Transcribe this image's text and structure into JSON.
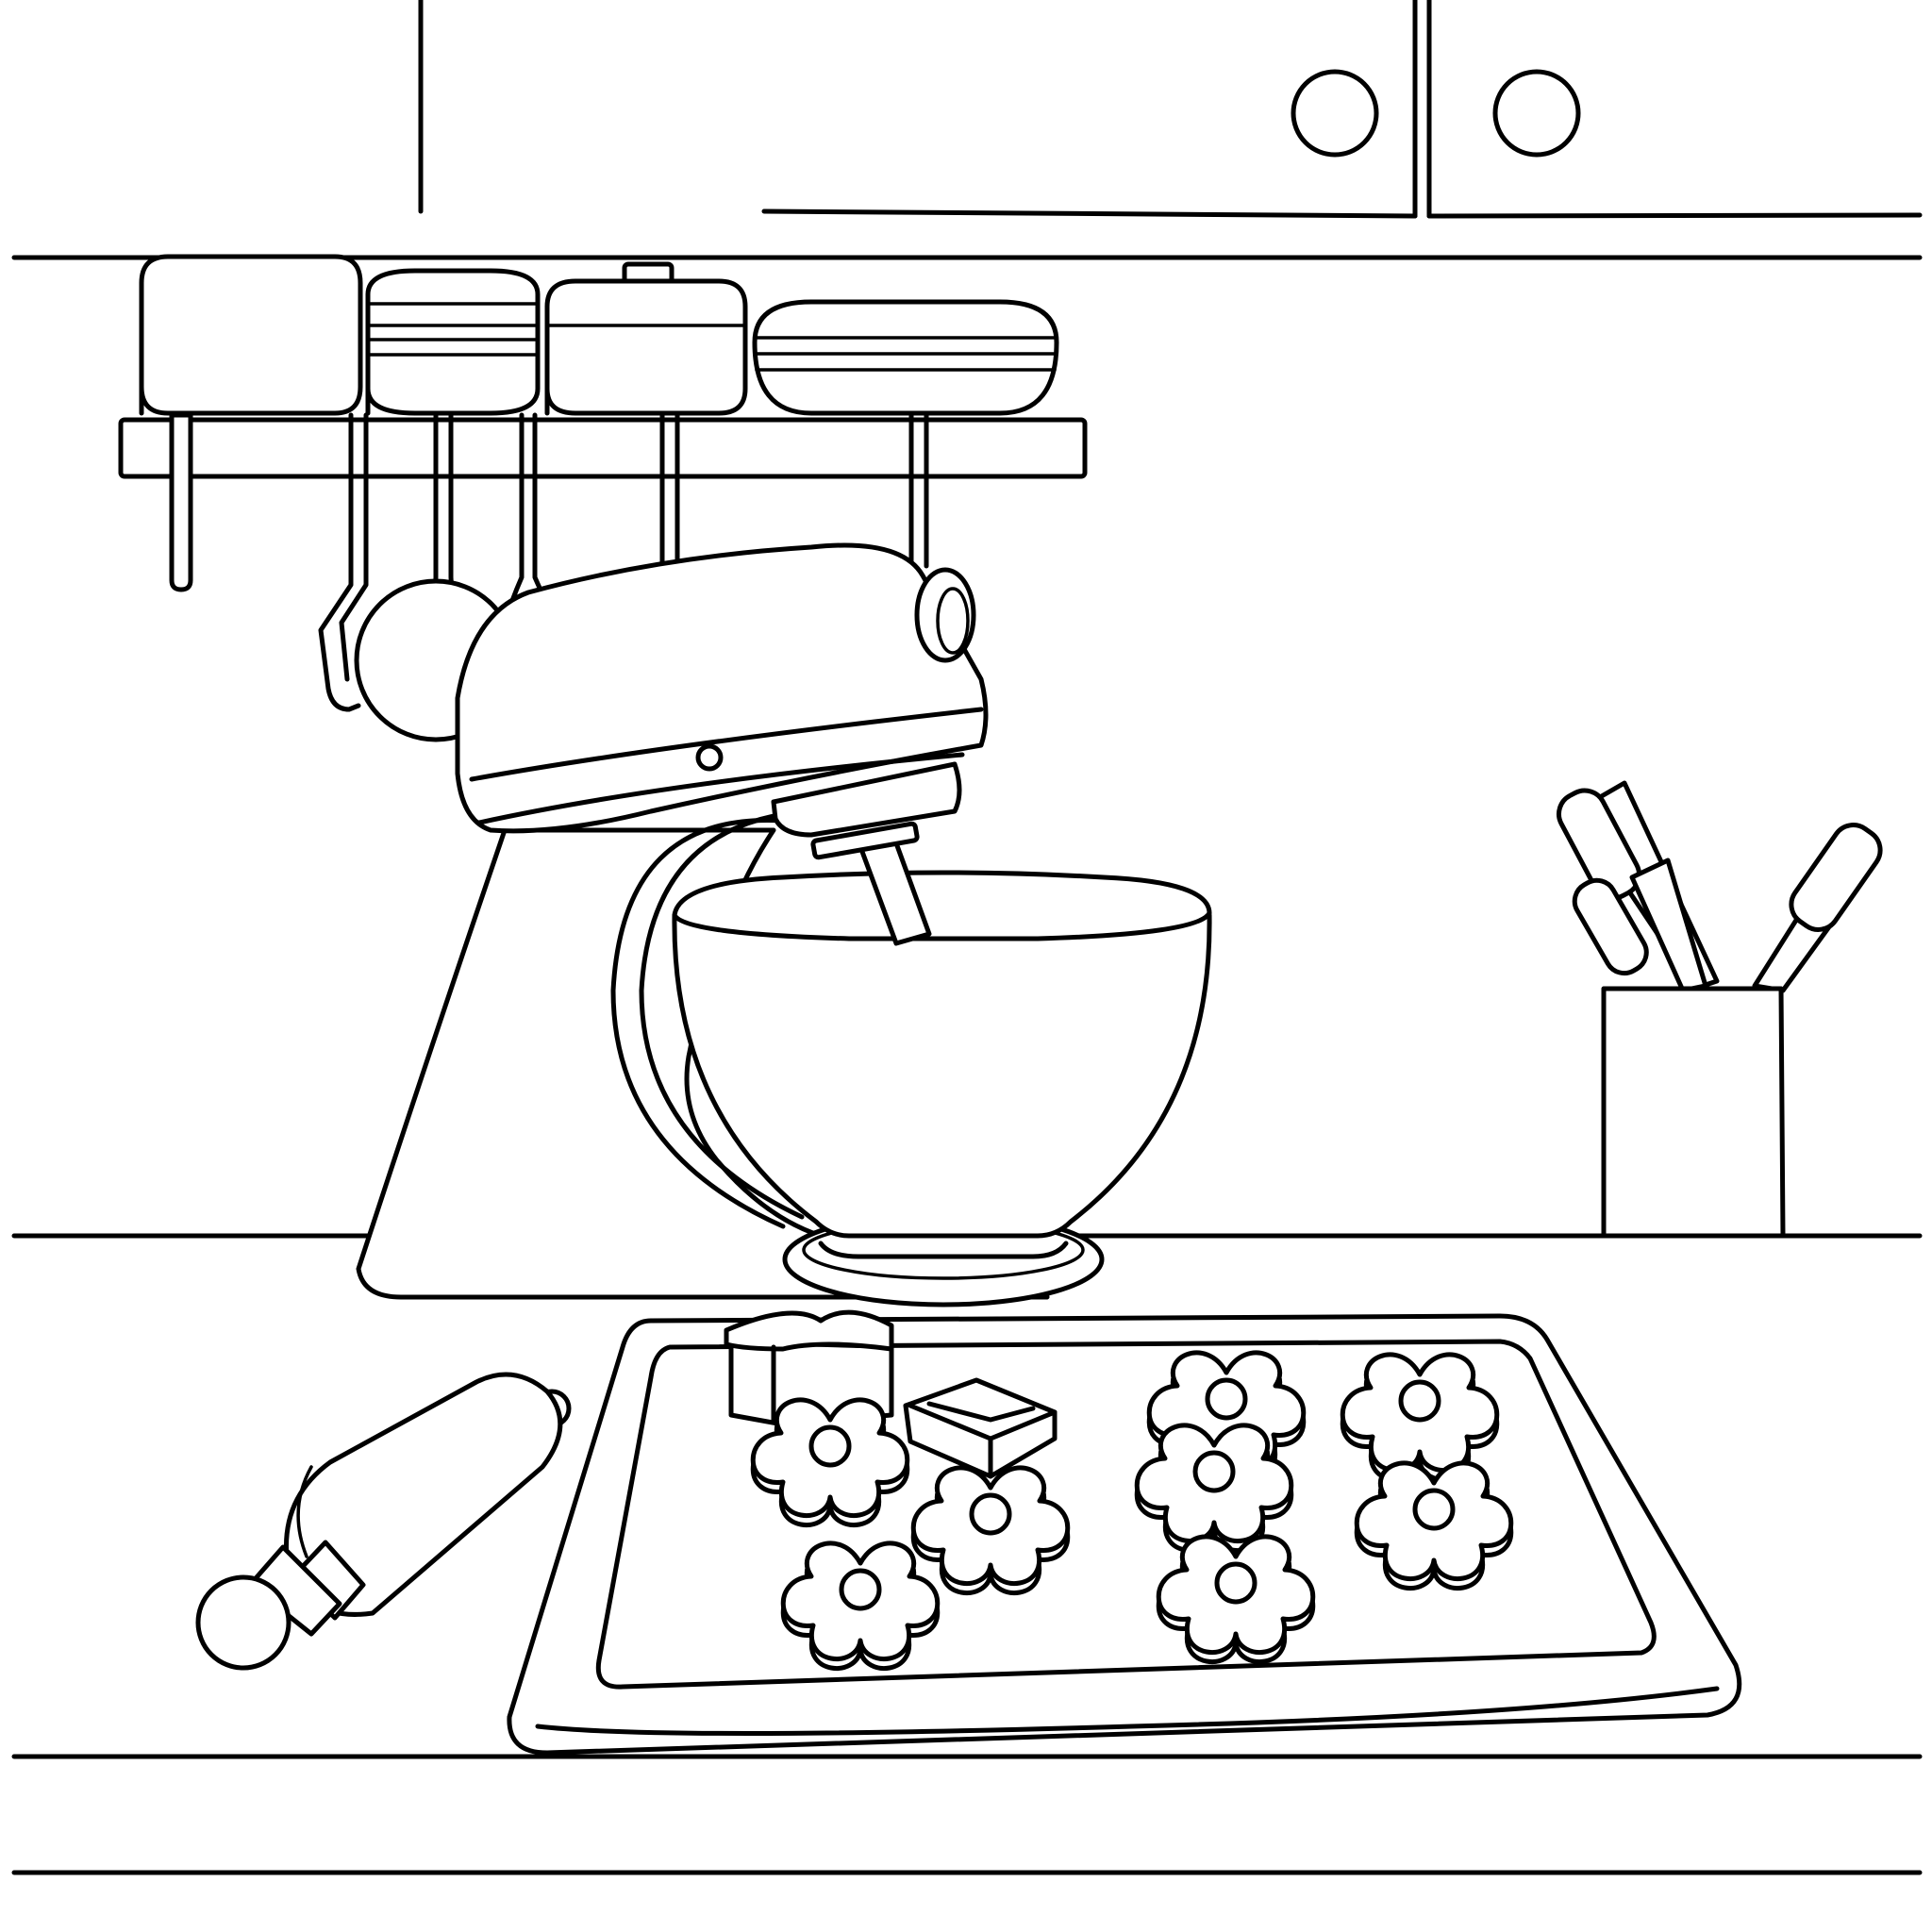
{
  "scene": {
    "style": "black line-art coloring page",
    "colors": {
      "background": "#ffffff",
      "line": "#000000"
    },
    "objects": [
      "upper-cabinets",
      "wall-shelf",
      "canisters",
      "hanging-utensils",
      "stand-mixer",
      "mixing-bowl",
      "utensil-cup",
      "baking-sheet",
      "flower-cookies",
      "cookie-cutters",
      "rolling-pin",
      "countertop"
    ],
    "counts": {
      "canisters": 4,
      "hanging_utensils": 6,
      "cookies": 8,
      "cookie_cutters": 2,
      "utensils_in_cup": 3,
      "cabinet_knobs": 2
    }
  }
}
